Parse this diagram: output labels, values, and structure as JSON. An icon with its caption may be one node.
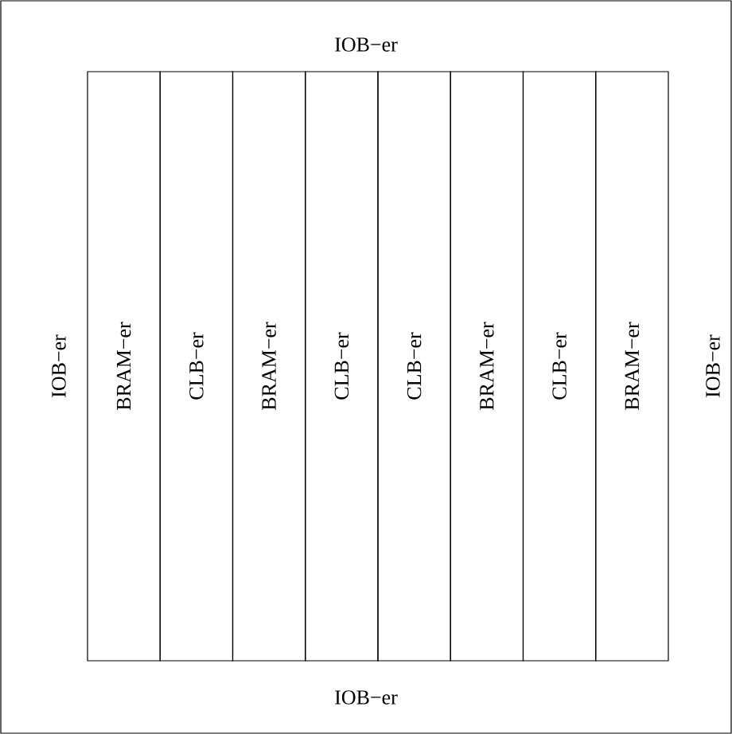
{
  "diagram": {
    "nodes": [
      {
        "text": [
          "IOB−er",
          "IOB−er",
          "IOB−er",
          "IOB−er"
        ]
      },
      {
        "text": [
          "BRAM−er"
        ],
        "in": 0
      },
      {
        "text": [
          "CLB−er"
        ],
        "in": 0
      },
      {
        "text": [
          "BRAM−er"
        ],
        "in": 0
      },
      {
        "text": [
          "CLB−er"
        ],
        "in": 0
      },
      {
        "text": [
          "CLB−er"
        ],
        "in": 0
      },
      {
        "text": [
          "BRAM−er"
        ],
        "in": 0
      },
      {
        "text": [
          "CLB−er"
        ],
        "in": 0
      },
      {
        "text": [
          "BRAM−er"
        ],
        "in": 0
      }
    ]
  }
}
